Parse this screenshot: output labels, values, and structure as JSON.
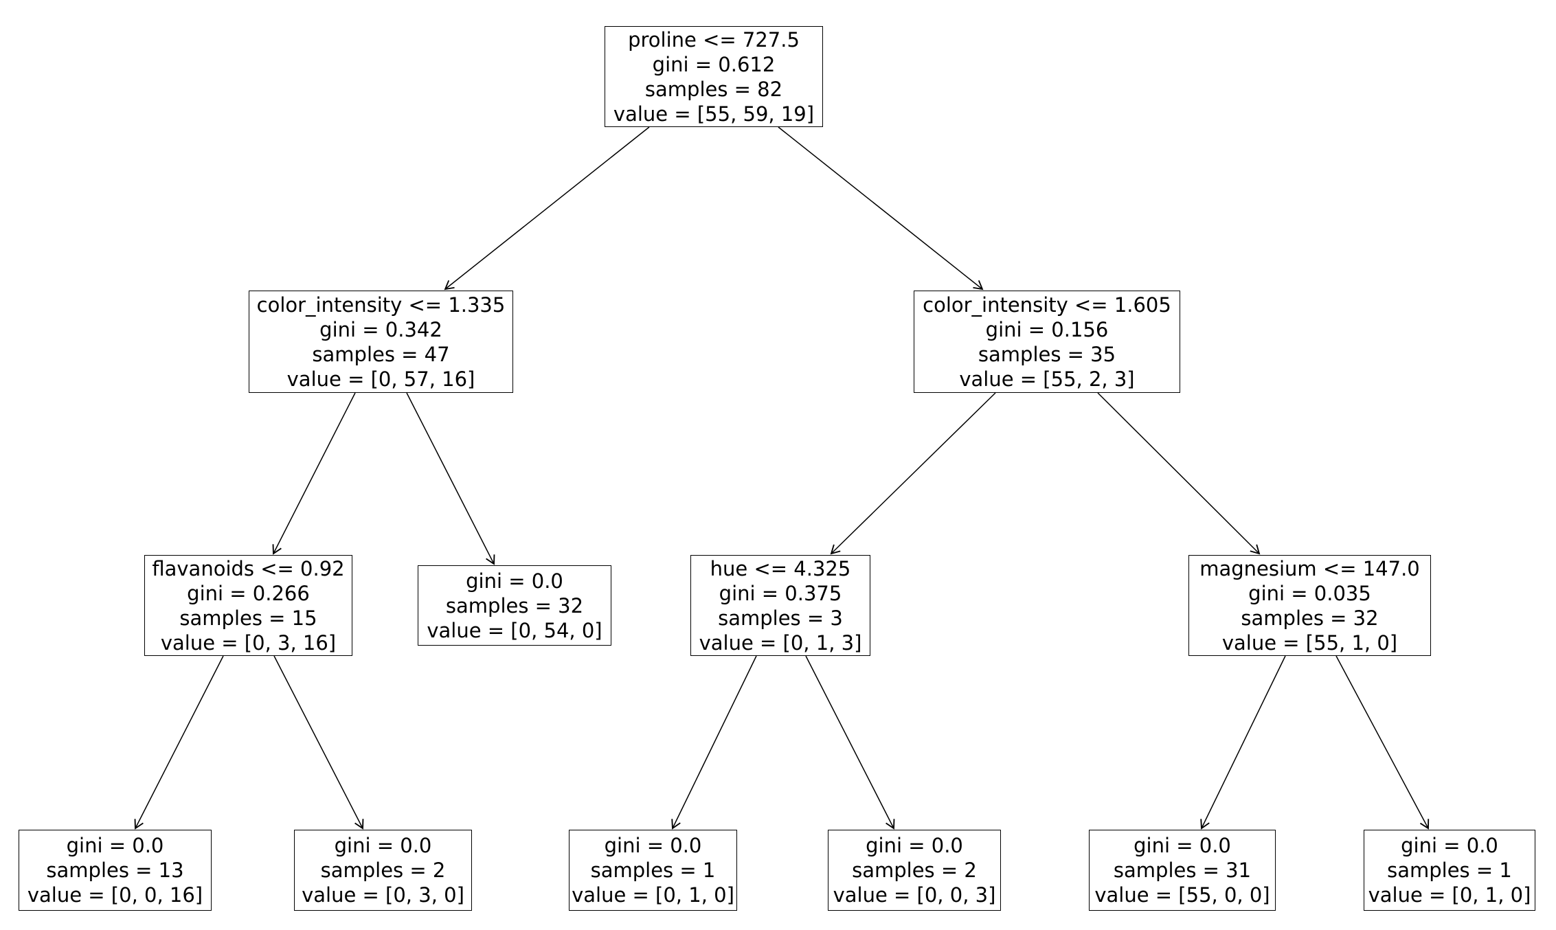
{
  "figure": {
    "diagram_type": "decision-tree",
    "background_color": "#ffffff",
    "node_fill_color": "#ffffff",
    "node_border_color": "#000000",
    "text_color": "#000000",
    "edge_color": "#000000"
  },
  "nodes": {
    "root": {
      "condition": "proline <= 727.5",
      "gini": "gini = 0.612",
      "samples": "samples = 82",
      "value": "value = [55, 59, 19]"
    },
    "l": {
      "condition": "color_intensity <= 1.335",
      "gini": "gini = 0.342",
      "samples": "samples = 47",
      "value": "value = [0, 57, 16]"
    },
    "r": {
      "condition": "color_intensity <= 1.605",
      "gini": "gini = 0.156",
      "samples": "samples = 35",
      "value": "value = [55, 2, 3]"
    },
    "ll": {
      "condition": "flavanoids <= 0.92",
      "gini": "gini = 0.266",
      "samples": "samples = 15",
      "value": "value = [0, 3, 16]"
    },
    "lr": {
      "gini": "gini = 0.0",
      "samples": "samples = 32",
      "value": "value = [0, 54, 0]"
    },
    "rl": {
      "condition": "hue <= 4.325",
      "gini": "gini = 0.375",
      "samples": "samples = 3",
      "value": "value = [0, 1, 3]"
    },
    "rr": {
      "condition": "magnesium <= 147.0",
      "gini": "gini = 0.035",
      "samples": "samples = 32",
      "value": "value = [55, 1, 0]"
    },
    "lll": {
      "gini": "gini = 0.0",
      "samples": "samples = 13",
      "value": "value = [0, 0, 16]"
    },
    "llr": {
      "gini": "gini = 0.0",
      "samples": "samples = 2",
      "value": "value = [0, 3, 0]"
    },
    "rll": {
      "gini": "gini = 0.0",
      "samples": "samples = 1",
      "value": "value = [0, 1, 0]"
    },
    "rlr": {
      "gini": "gini = 0.0",
      "samples": "samples = 2",
      "value": "value = [0, 0, 3]"
    },
    "rrl": {
      "gini": "gini = 0.0",
      "samples": "samples = 31",
      "value": "value = [55, 0, 0]"
    },
    "rrr": {
      "gini": "gini = 0.0",
      "samples": "samples = 1",
      "value": "value = [0, 1, 0]"
    }
  }
}
